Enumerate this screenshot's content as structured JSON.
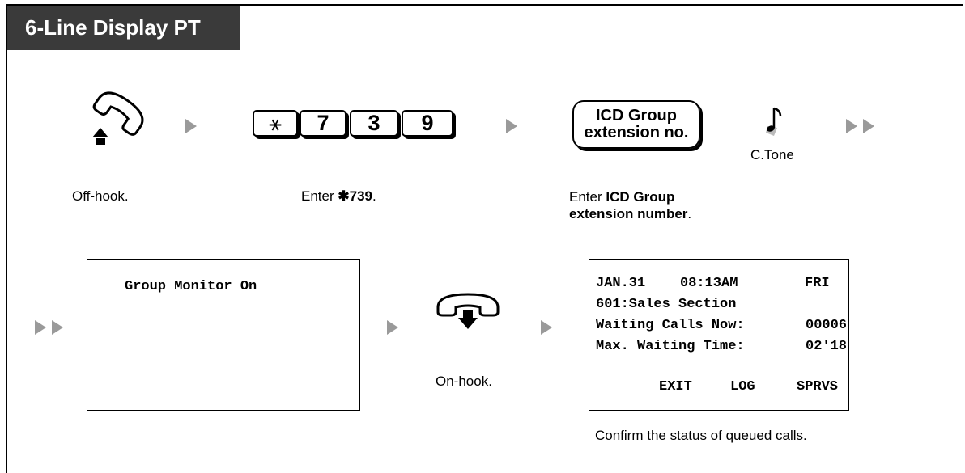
{
  "title": "6-Line Display PT",
  "steps": {
    "offhook_label": "Off-hook.",
    "keys": [
      "⚹",
      "7",
      "3",
      "9"
    ],
    "enter_prefix": "Enter ",
    "enter_star": "✱",
    "enter_code": "739",
    "enter_suffix": ".",
    "icd_button_line1": "ICD Group",
    "icd_button_line2": "extension no.",
    "icd_label_prefix": "Enter ",
    "icd_label_bold1": "ICD Group",
    "icd_label_bold2": "extension number",
    "icd_label_suffix": ".",
    "ctone_label": "C.Tone",
    "onhook_label": "On-hook.",
    "confirm_label": "Confirm the status of queued calls."
  },
  "display1": {
    "line1": "Group Monitor On"
  },
  "display2": {
    "date": "JAN.31",
    "time": "08:13AM",
    "day": "FRI",
    "group": "601:Sales Section",
    "waiting_label": "Waiting Calls Now:",
    "waiting_value": "00006",
    "max_label": "Max. Waiting Time:",
    "max_value": "02'18",
    "softkeys": [
      "EXIT",
      "LOG",
      "SPRVS"
    ]
  },
  "colors": {
    "title_bg": "#3a3a3a",
    "arrow": "#9a9a9a"
  }
}
